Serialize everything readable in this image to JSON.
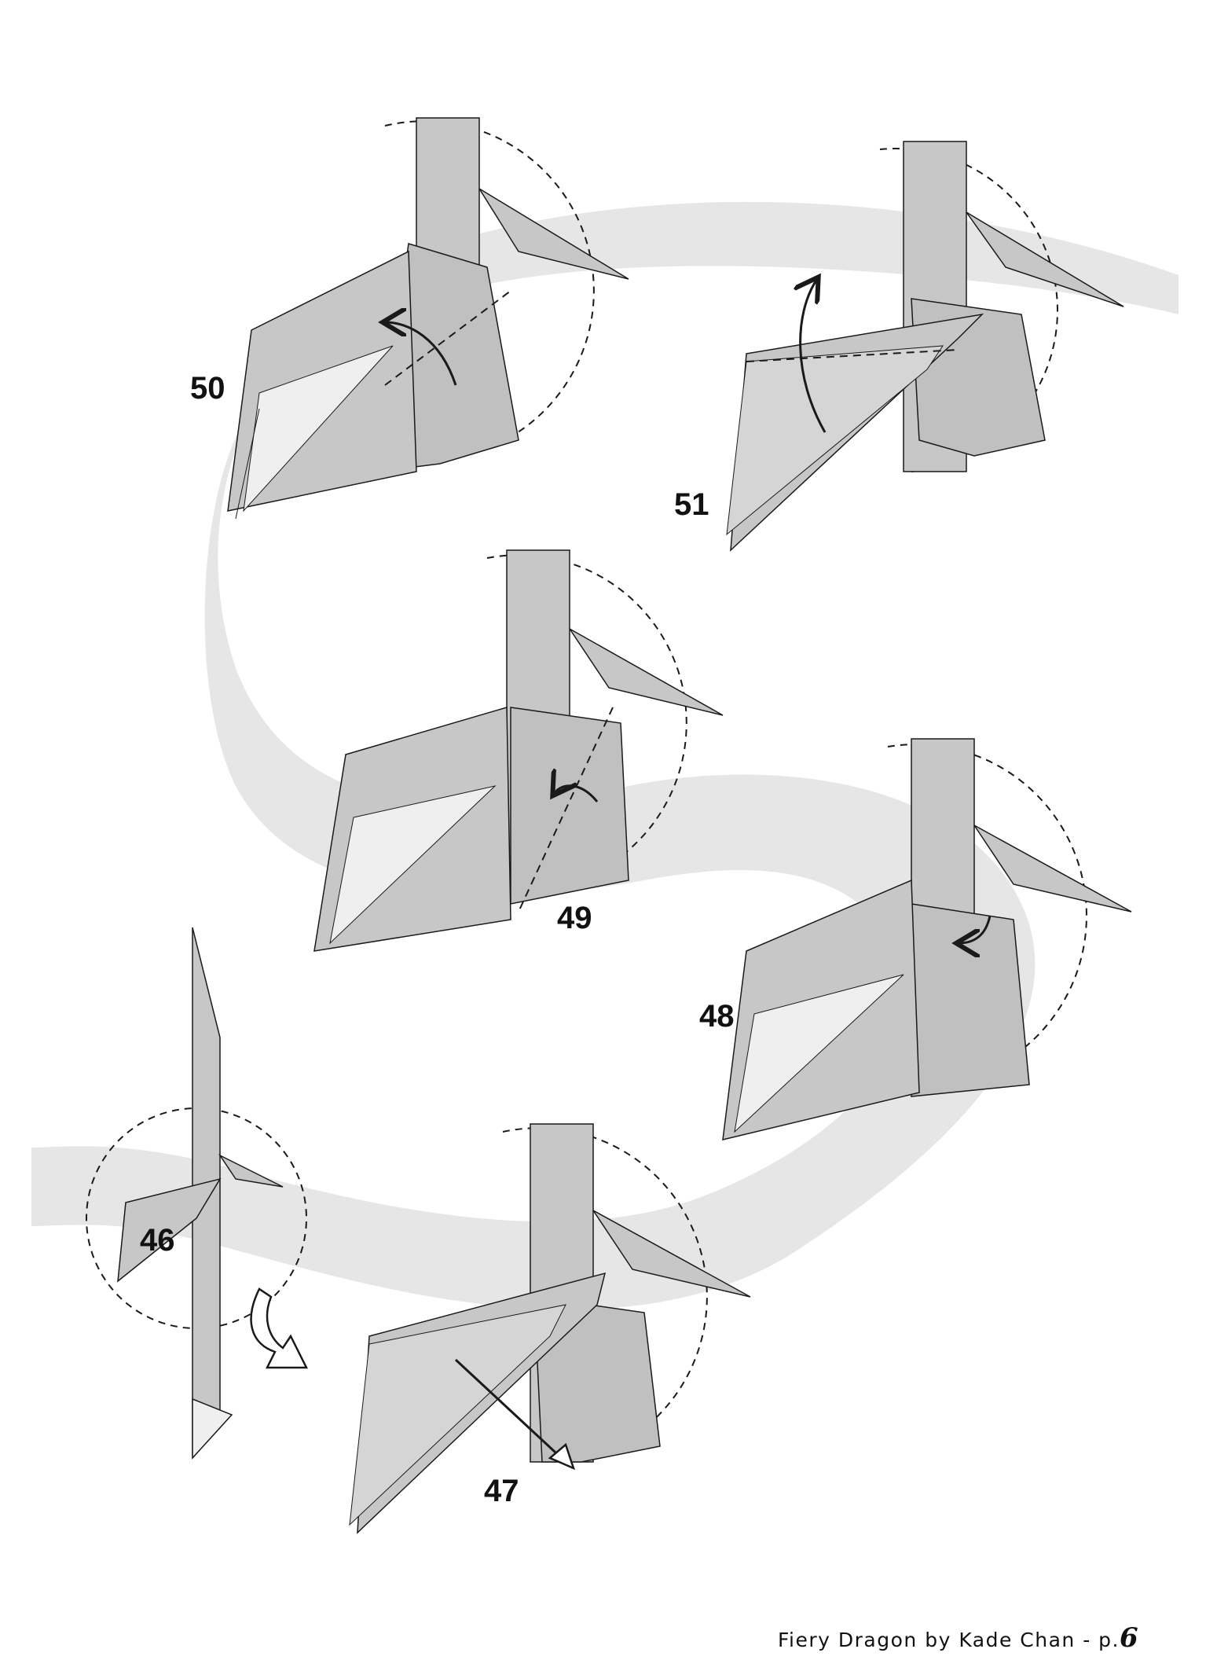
{
  "page": {
    "background": "#ffffff",
    "swoosh_color": "#e6e6e6",
    "paper_color": "#c7c7c7",
    "paper_light_color": "#efefef",
    "line_color": "#1a1a1a"
  },
  "steps": [
    {
      "id": "50",
      "label": "50"
    },
    {
      "id": "51",
      "label": "51"
    },
    {
      "id": "49",
      "label": "49"
    },
    {
      "id": "48",
      "label": "48"
    },
    {
      "id": "46",
      "label": "46"
    },
    {
      "id": "47",
      "label": "47"
    }
  ],
  "footer": {
    "text": "Fiery Dragon by Kade Chan - p.",
    "page_number": "6"
  }
}
